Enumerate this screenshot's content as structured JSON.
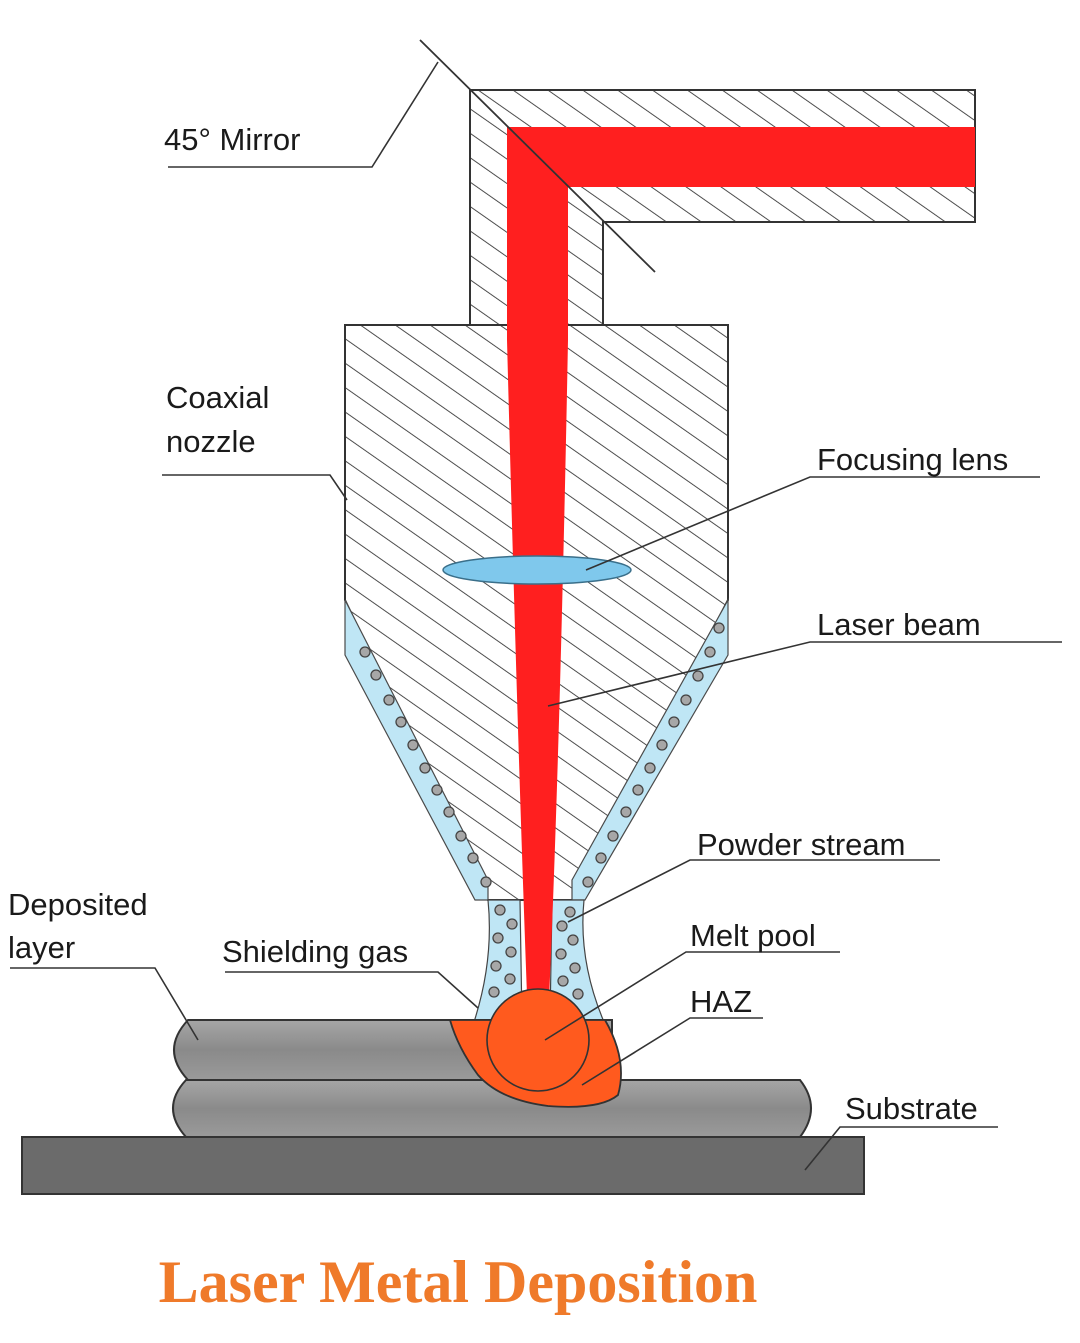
{
  "labels": {
    "mirror": "45° Mirror",
    "nozzle_line1": "Coaxial",
    "nozzle_line2": "nozzle",
    "focusing_lens": "Focusing lens",
    "laser_beam": "Laser beam",
    "powder_stream": "Powder stream",
    "deposited_line1": "Deposited",
    "deposited_line2": "layer",
    "shielding_gas": "Shielding gas",
    "melt_pool": "Melt pool",
    "haz": "HAZ",
    "substrate": "Substrate"
  },
  "title": "Laser Metal Deposition",
  "colors": {
    "laser": "#ff1f1f",
    "lens": "#7fc8ec",
    "powder_channel": "#bfe6f5",
    "melt_pool": "#ff5a1e",
    "deposit_layer": "#8c8c8c",
    "substrate": "#6b6b6b",
    "title": "#ef7a2a"
  }
}
